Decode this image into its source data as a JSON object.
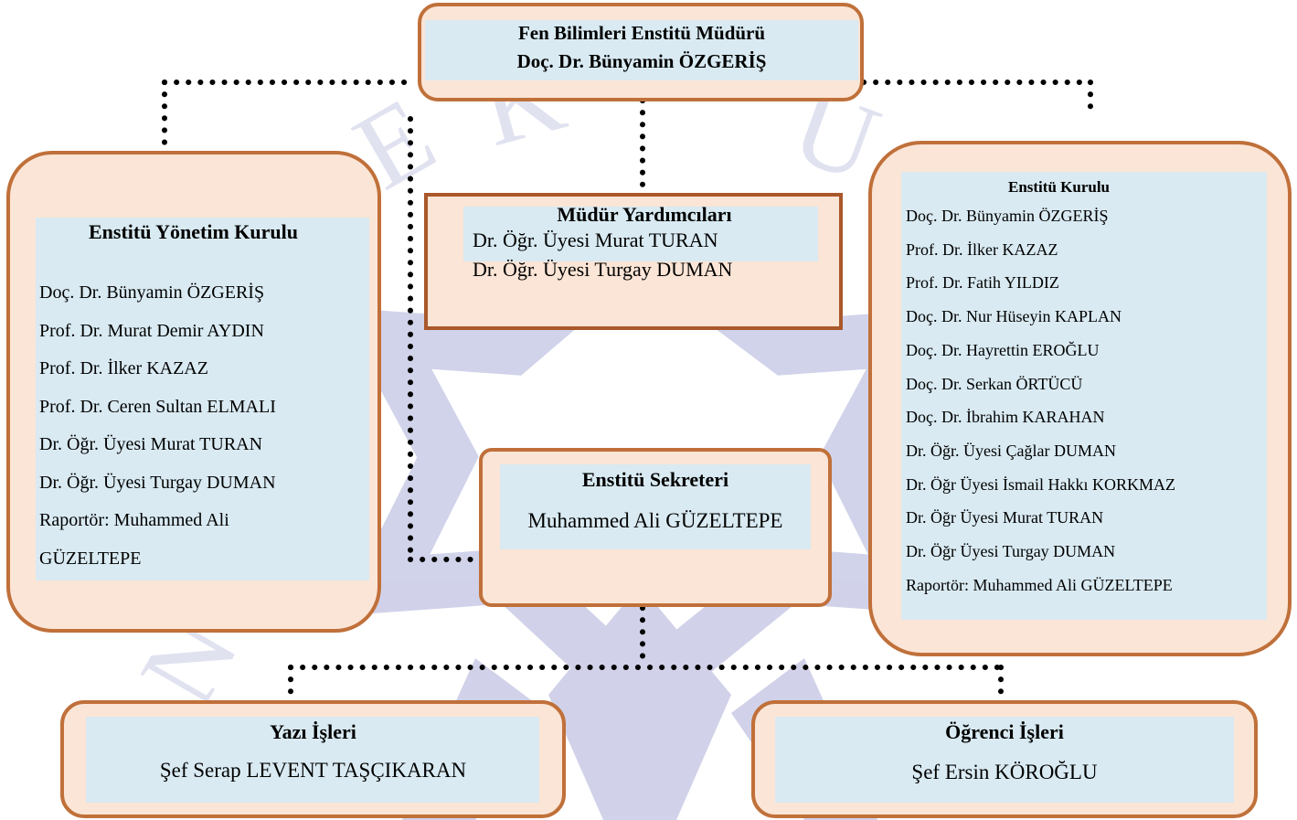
{
  "colors": {
    "box_fill": "#fbe5d6",
    "box_border": "#c0703a",
    "inner_fill": "#d9eaf2",
    "connector": "#000000",
    "watermark": "#c9cbe6"
  },
  "director": {
    "title": "Fen Bilimleri Enstitü Müdürü",
    "name": "Doç. Dr. Bünyamin ÖZGERİŞ"
  },
  "management_board": {
    "title": "Enstitü Yönetim Kurulu",
    "members": [
      "Doç. Dr. Bünyamin ÖZGERİŞ",
      "Prof. Dr. Murat Demir AYDIN",
      "Prof. Dr. İlker KAZAZ",
      "Prof. Dr. Ceren Sultan ELMALI",
      "Dr. Öğr. Üyesi Murat TURAN",
      "Dr. Öğr. Üyesi Turgay DUMAN",
      "Raportör: Muhammed Ali",
      "GÜZELTEPE"
    ]
  },
  "vice_directors": {
    "title": "Müdür Yardımcıları",
    "members": [
      "Dr. Öğr. Üyesi Murat TURAN",
      "Dr. Öğr. Üyesi Turgay DUMAN"
    ]
  },
  "institute_board": {
    "title": "Enstitü Kurulu",
    "members": [
      "Doç. Dr. Bünyamin ÖZGERİŞ",
      "Prof. Dr. İlker KAZAZ",
      "Prof. Dr. Fatih YILDIZ",
      "Doç. Dr. Nur Hüseyin KAPLAN",
      "Doç. Dr. Hayrettin EROĞLU",
      "Doç. Dr. Serkan ÖRTÜCÜ",
      "Doç. Dr. İbrahim KARAHAN",
      "Dr. Öğr. Üyesi Çağlar DUMAN",
      "Dr. Öğr Üyesi İsmail Hakkı KORKMAZ",
      "Dr. Öğr Üyesi Murat TURAN",
      "Dr. Öğr Üyesi Turgay DUMAN",
      "Raportör: Muhammed Ali GÜZELTEPE"
    ]
  },
  "secretary": {
    "title": "Enstitü Sekreteri",
    "name": "Muhammed Ali GÜZELTEPE"
  },
  "writing_affairs": {
    "title": "Yazı İşleri",
    "name": "Şef Serap LEVENT TAŞÇIKARAN"
  },
  "student_affairs": {
    "title": "Öğrenci İşleri",
    "name": "Şef Ersin KÖROĞLU"
  }
}
